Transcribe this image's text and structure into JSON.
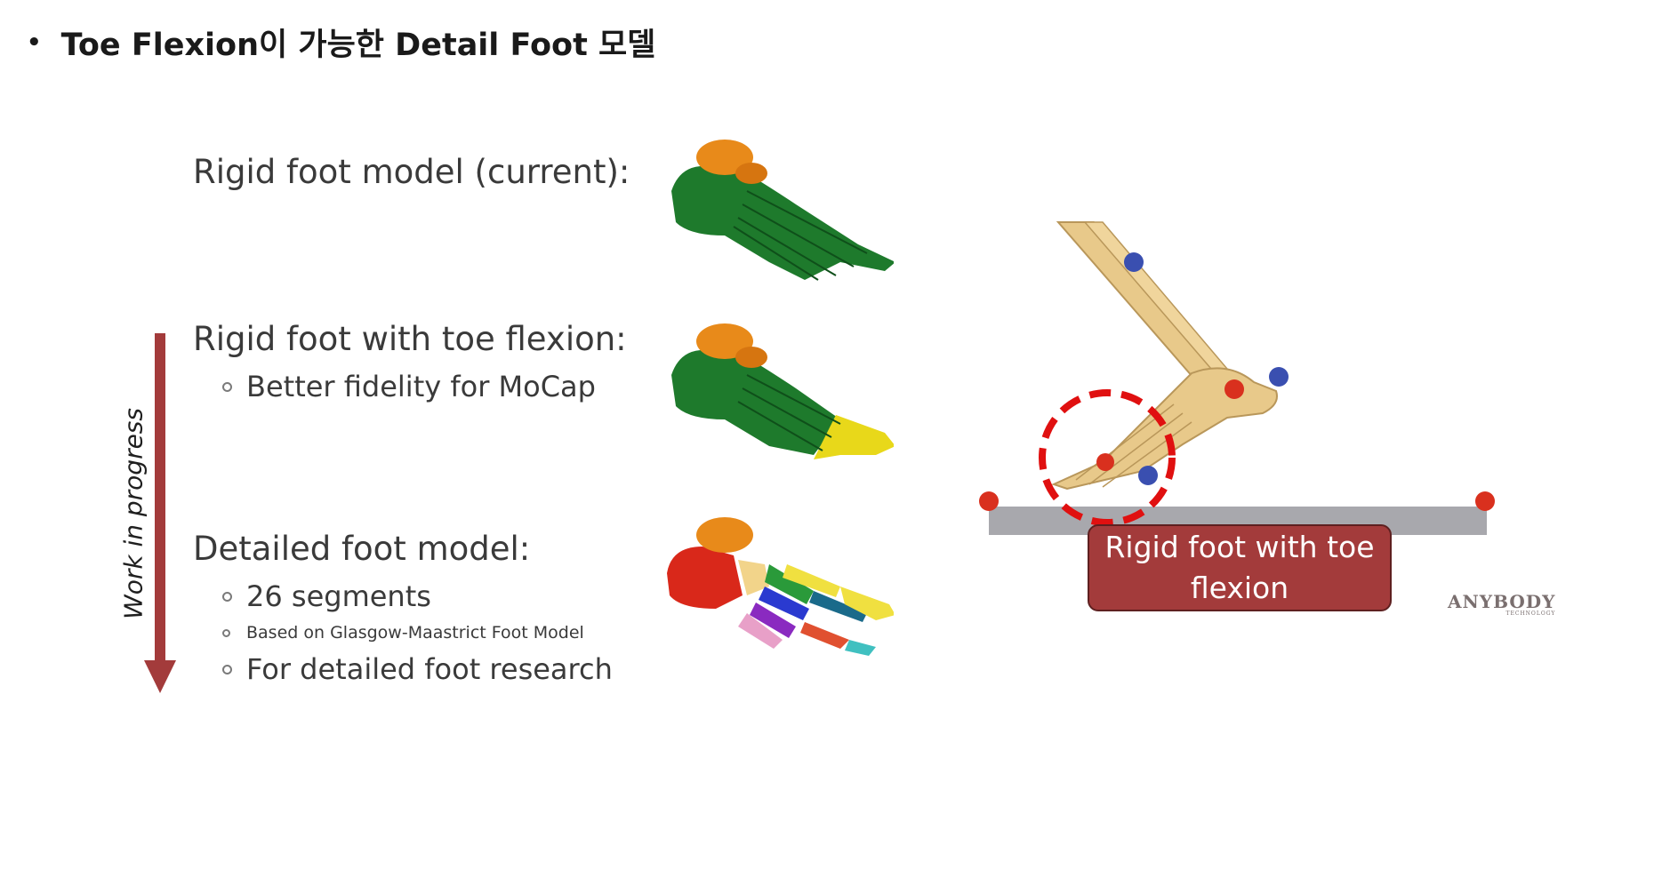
{
  "slide": {
    "title": "Toe Flexion이 가능한 Detail Foot 모델",
    "bullet": "•"
  },
  "models": [
    {
      "heading": "Rigid foot model (current):",
      "points": []
    },
    {
      "heading": "Rigid foot with toe flexion:",
      "points": [
        "Better fidelity for MoCap"
      ]
    },
    {
      "heading": "Detailed foot model:",
      "points": [
        "26 segments",
        "For detailed foot research"
      ],
      "subpoints": [
        "Based on Glasgow-Maastrict Foot Model"
      ]
    }
  ],
  "progress_label": "Work in progress",
  "callout": "Rigid foot with toe flexion",
  "logo": {
    "brand": "ANYBODY",
    "tagline": "TECHNOLOGY"
  },
  "colors": {
    "arrow": "#a33b3b",
    "callout_bg": "#a33b3b",
    "bone": "#e8c98a",
    "foot_green": "#1e7a2c",
    "talus_orange": "#e88a1a",
    "toe_yellow": "#e8d81a",
    "marker_red": "#d9301e",
    "marker_blue": "#3a4fb0",
    "highlight_circle": "#e01010"
  }
}
